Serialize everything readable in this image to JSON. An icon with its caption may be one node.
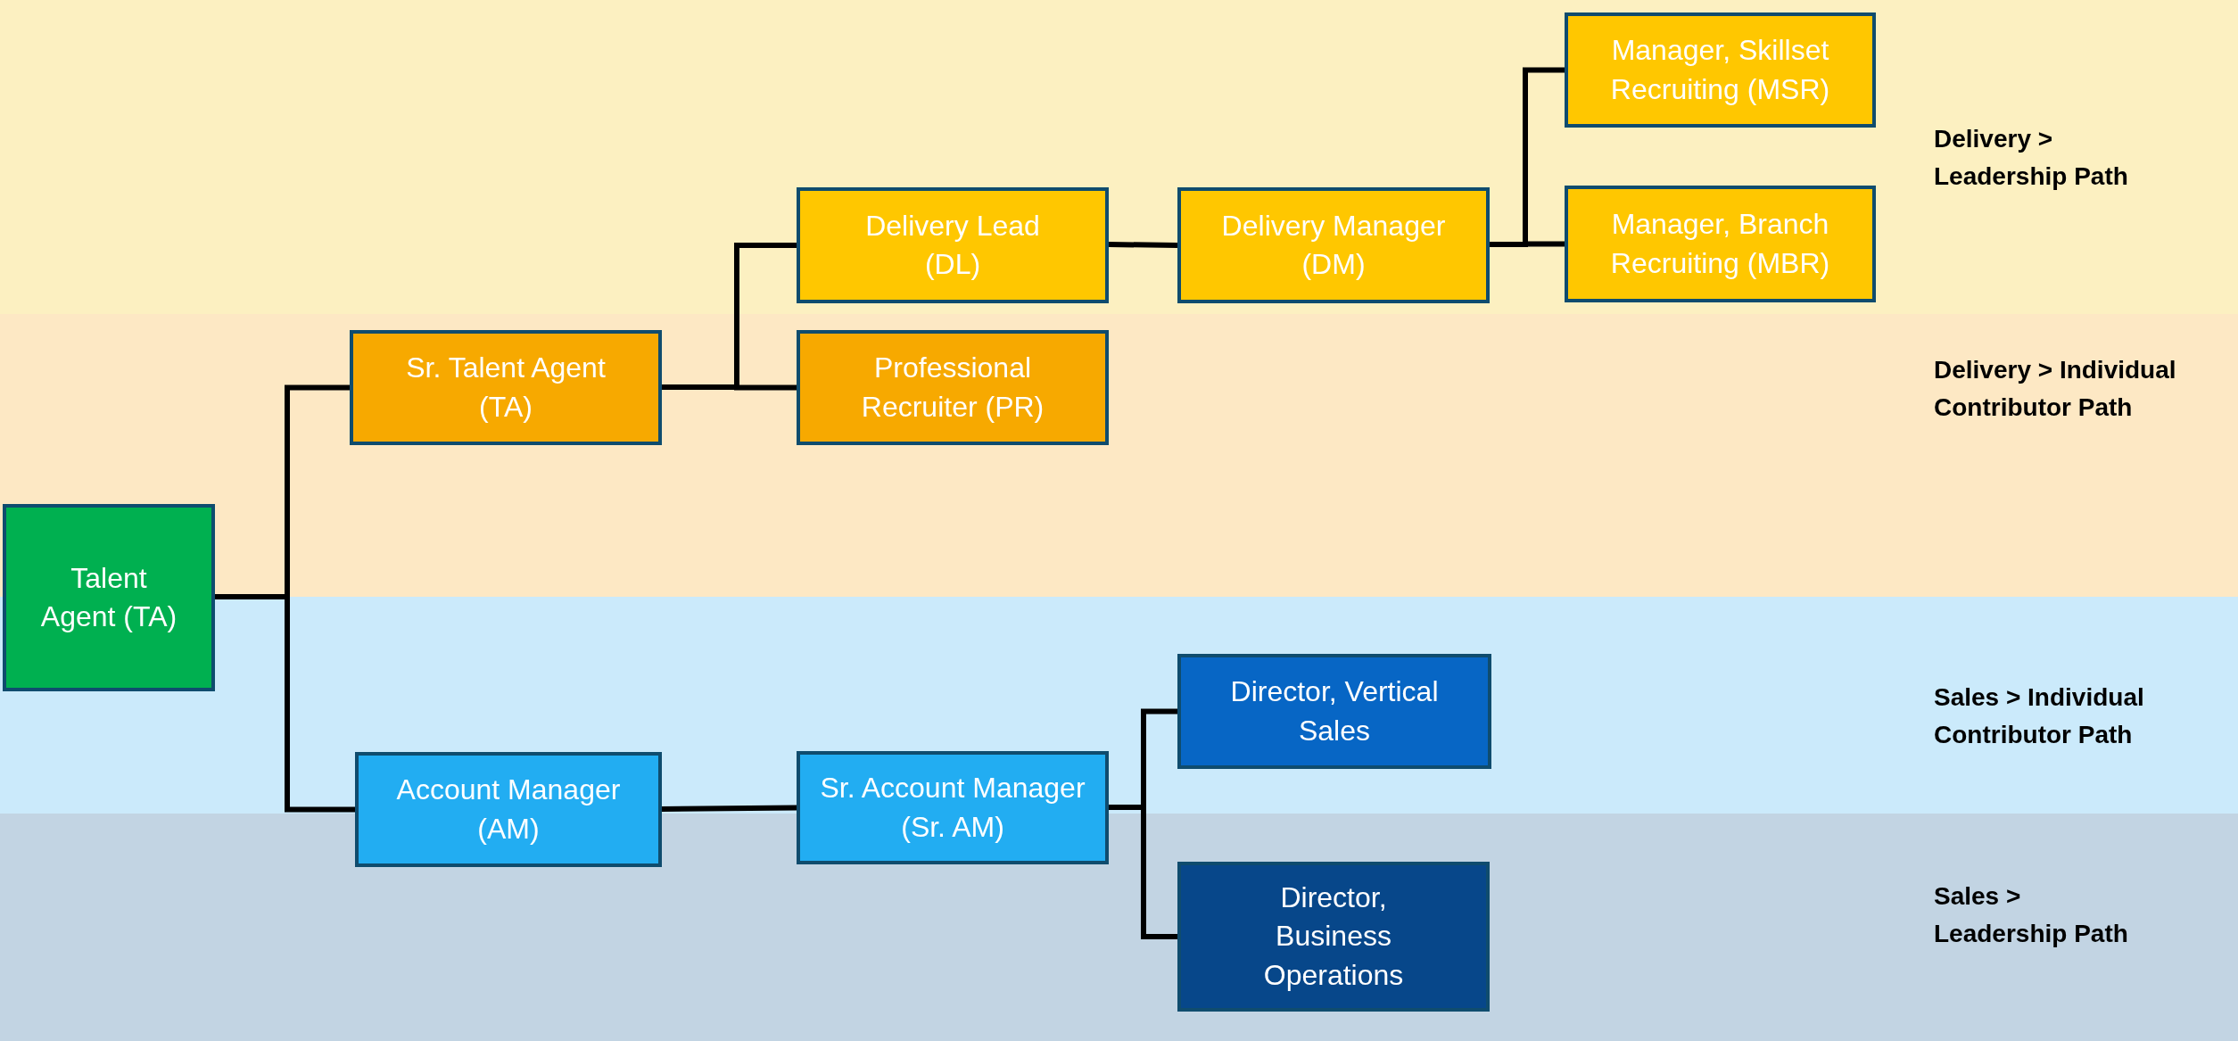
{
  "diagram": {
    "nodes": [
      {
        "text": [
          "Delivery > Leadership Path"
        ]
      },
      {
        "text": [
          "Delivery > Individual Contributor Path"
        ]
      },
      {
        "text": [
          "Sales > Individual Contributor Path"
        ]
      },
      {
        "text": [
          "Sales > Leadership Path"
        ]
      },
      {
        "text": [
          "Talent Agent (TA)"
        ]
      },
      {
        "text": [
          "Sr. Talent Agent (TA)"
        ],
        "in": 1
      },
      {
        "text": [
          "Delivery Lead (DL)"
        ],
        "in": 0
      },
      {
        "text": [
          "Professional Recruiter (PR)"
        ],
        "in": 1
      },
      {
        "text": [
          "Delivery Manager (DM)"
        ],
        "in": 0
      },
      {
        "text": [
          "Manager, Skillset Recruiting (MSR)"
        ],
        "in": 0
      },
      {
        "text": [
          "Manager, Branch Recruiting (MBR)"
        ],
        "in": 0
      },
      {
        "text": [
          "Account Manager (AM)"
        ]
      },
      {
        "text": [
          "Sr. Account Manager (Sr. AM)"
        ]
      },
      {
        "text": [
          "Director, Vertical Sales"
        ],
        "in": 2
      },
      {
        "text": [
          "Director, Business Operations"
        ],
        "in": 3
      }
    ],
    "edges": [
      {
        "from": 4,
        "to": 5,
        "arrow": "none"
      },
      {
        "from": 4,
        "to": 11,
        "arrow": "none"
      },
      {
        "from": 5,
        "to": 6,
        "arrow": "none"
      },
      {
        "from": 5,
        "to": 7,
        "arrow": "none"
      },
      {
        "from": 6,
        "to": 8,
        "arrow": "none"
      },
      {
        "from": 8,
        "to": 9,
        "arrow": "none"
      },
      {
        "from": 8,
        "to": 10,
        "arrow": "none"
      },
      {
        "from": 11,
        "to": 12,
        "arrow": "none"
      },
      {
        "from": 12,
        "to": 13,
        "arrow": "none"
      },
      {
        "from": 12,
        "to": 14,
        "arrow": "none"
      }
    ]
  }
}
